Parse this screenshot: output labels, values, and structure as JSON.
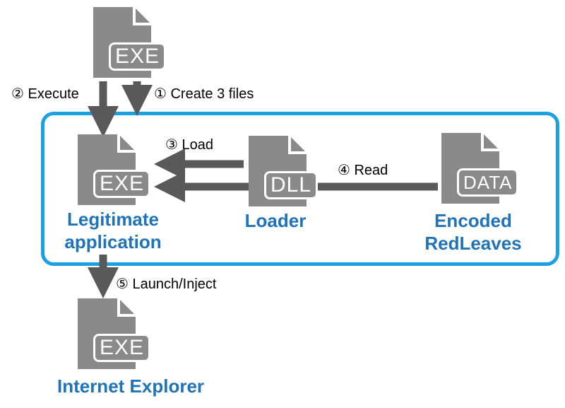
{
  "nodes": {
    "dropper": {
      "tag": "EXE"
    },
    "legitimate": {
      "tag": "EXE",
      "label_line1": "Legitimate",
      "label_line2": "application"
    },
    "loader": {
      "tag": "DLL",
      "label": "Loader"
    },
    "encoded": {
      "tag": "DATA",
      "label_line1": "Encoded",
      "label_line2": "RedLeaves"
    },
    "ie": {
      "tag": "EXE",
      "label": "Internet Explorer"
    }
  },
  "steps": {
    "execute": "② Execute",
    "create": "① Create 3 files",
    "load": "③ Load",
    "read": "④ Read",
    "launch": "⑤ Launch/Inject"
  },
  "colors": {
    "file_gray": "#8a8a8a",
    "arrow_gray": "#595959",
    "label_blue": "#1f73b8",
    "box_blue": "#1ba1e2"
  }
}
